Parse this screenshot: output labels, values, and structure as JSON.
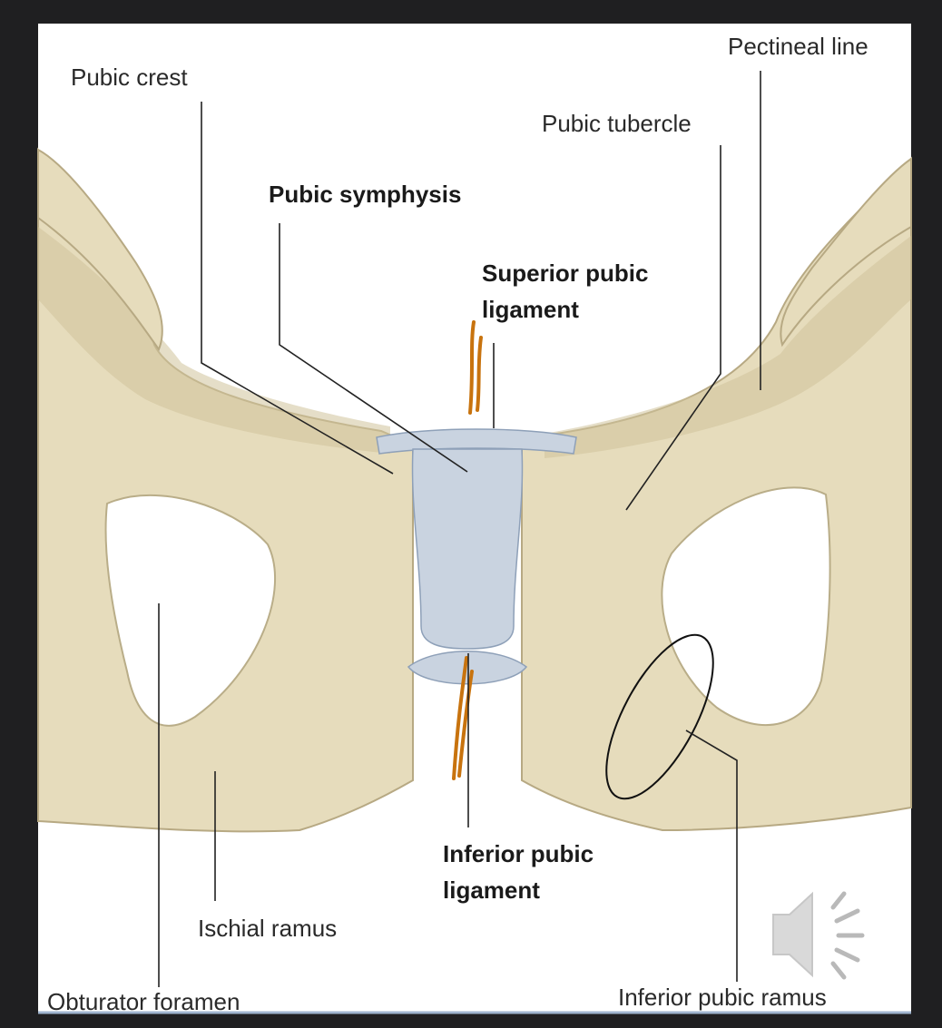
{
  "labels": {
    "pectineal_line": "Pectineal line",
    "pubic_crest": "Pubic crest",
    "pubic_tubercle": "Pubic tubercle",
    "pubic_symphysis": "Pubic symphysis",
    "superior_pubic_ligament_line1": "Superior pubic",
    "superior_pubic_ligament_line2": "ligament",
    "inferior_pubic_ligament_line1": "Inferior pubic",
    "inferior_pubic_ligament_line2": "ligament",
    "ischial_ramus": "Ischial ramus",
    "obturator_foramen": "Obturator foramen",
    "inferior_pubic_ramus": "Inferior pubic ramus"
  },
  "colors": {
    "background": "#1f1f21",
    "bone": "#e6dcbc",
    "ligament": "#c9d3e0",
    "annotation_ink": "#c8730e"
  },
  "icons": {
    "audio": "speaker-icon"
  }
}
